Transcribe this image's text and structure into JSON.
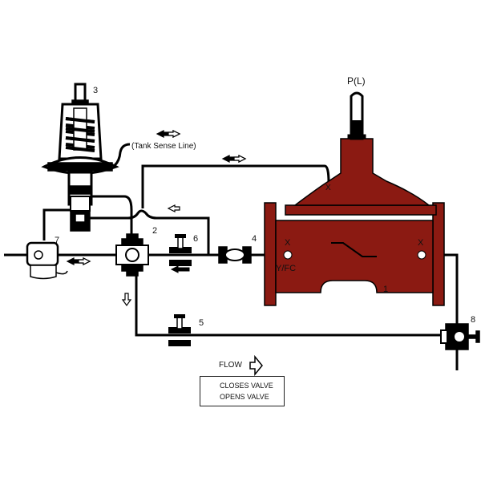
{
  "colors": {
    "valve_body": "#8b1a12",
    "line": "#000000",
    "background": "#ffffff"
  },
  "labels": {
    "pilot": "P(L)",
    "main_valve_number": "1",
    "x_left": "X",
    "x_top": "X",
    "x_right": "X",
    "y_fc": "Y/FC",
    "n2": "2",
    "n3": "3",
    "n4": "4",
    "n5": "5",
    "n6": "6",
    "n7": "7",
    "n8": "8",
    "tank_sense": "(Tank Sense Line)",
    "flow": "FLOW"
  },
  "legend": {
    "closes": "CLOSES VALVE",
    "opens": "OPENS VALVE"
  }
}
